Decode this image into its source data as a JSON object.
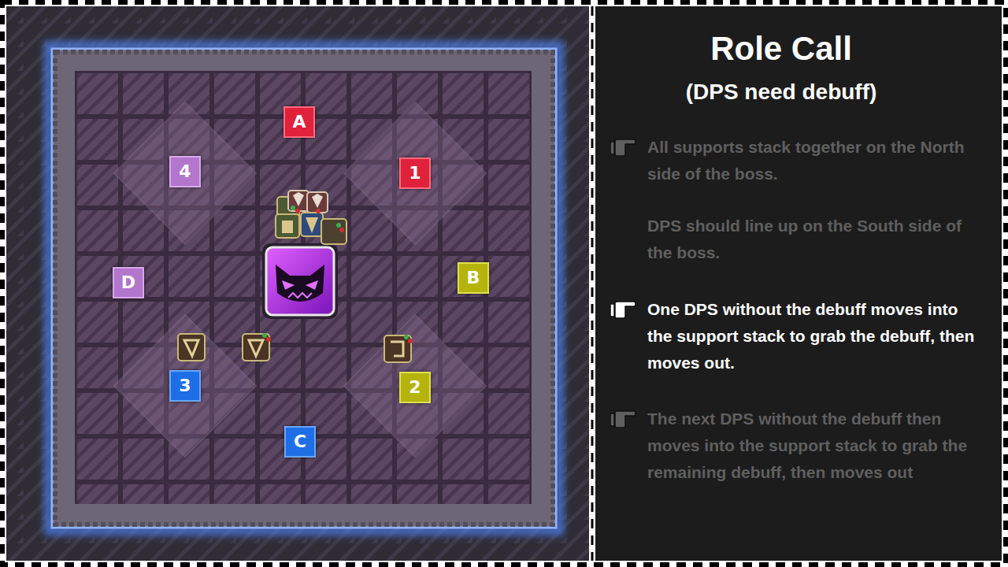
{
  "diagram": {
    "title": "Role Call",
    "nodes": [
      {
        "text": [
          "A"
        ]
      },
      {
        "text": [
          "4"
        ]
      },
      {
        "text": [
          "1"
        ]
      },
      {
        "text": [
          "D"
        ]
      },
      {
        "text": [
          "B"
        ]
      },
      {
        "text": [
          "3"
        ]
      },
      {
        "text": [
          "2"
        ]
      },
      {
        "text": [
          "C"
        ]
      }
    ],
    "labels": [
      "(DPS need debuff)",
      "All supports stack together on the North side of the boss.",
      "DPS should line up on the South side of the boss.",
      "One DPS without the debuff moves into the support stack to grab the debuff, then moves out.",
      "The next DPS without the debuff then moves into the support stack to grab the remaining debuff, then moves out"
    ]
  }
}
